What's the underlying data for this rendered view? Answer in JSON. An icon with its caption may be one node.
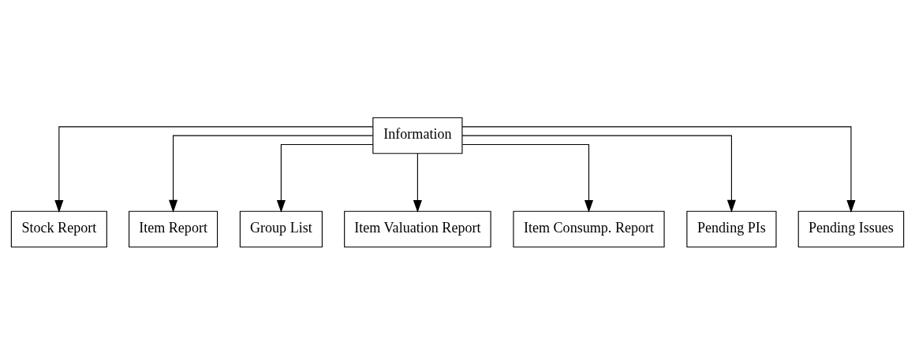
{
  "diagram": {
    "nodes": [
      {
        "text": [
          "Information"
        ]
      },
      {
        "text": [
          "Stock Report"
        ]
      },
      {
        "text": [
          "Item Report"
        ]
      },
      {
        "text": [
          "Group List"
        ]
      },
      {
        "text": [
          "Item Valuation Report"
        ]
      },
      {
        "text": [
          "Item Consump. Report"
        ]
      },
      {
        "text": [
          "Pending PIs"
        ]
      },
      {
        "text": [
          "Pending Issues"
        ]
      }
    ],
    "edges": [
      {
        "from": 0,
        "to": 1,
        "arrow": "to"
      },
      {
        "from": 0,
        "to": 2,
        "arrow": "to"
      },
      {
        "from": 0,
        "to": 3,
        "arrow": "to"
      },
      {
        "from": 0,
        "to": 4,
        "arrow": "to"
      },
      {
        "from": 0,
        "to": 5,
        "arrow": "to"
      },
      {
        "from": 0,
        "to": 6,
        "arrow": "to"
      },
      {
        "from": 0,
        "to": 7,
        "arrow": "to"
      }
    ]
  }
}
